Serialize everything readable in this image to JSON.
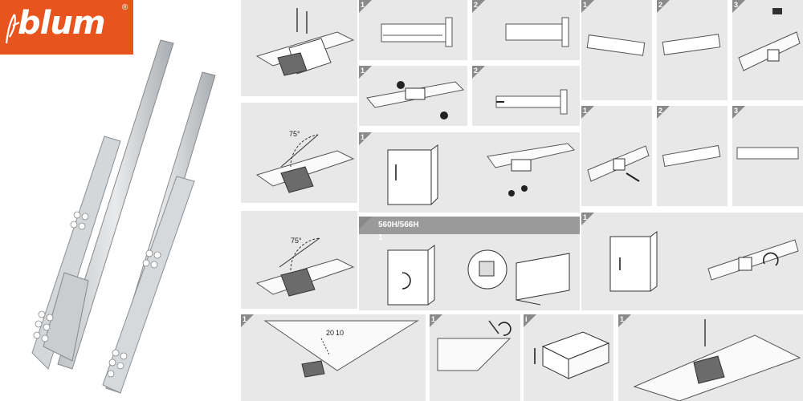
{
  "brand": {
    "name": "blum",
    "registered_mark": "®",
    "color": "#e8541e"
  },
  "steps": {
    "one": "1",
    "two": "2",
    "three": "3",
    "info": "i"
  },
  "labels": {
    "angle_75": "75°",
    "model": "560H/566H",
    "dim_20": "20",
    "dim_10": "10"
  },
  "icons": [
    "screw-icon",
    "rotate-arrow-icon",
    "height-adjust-arrow-icon",
    "push-arrow-icon"
  ]
}
